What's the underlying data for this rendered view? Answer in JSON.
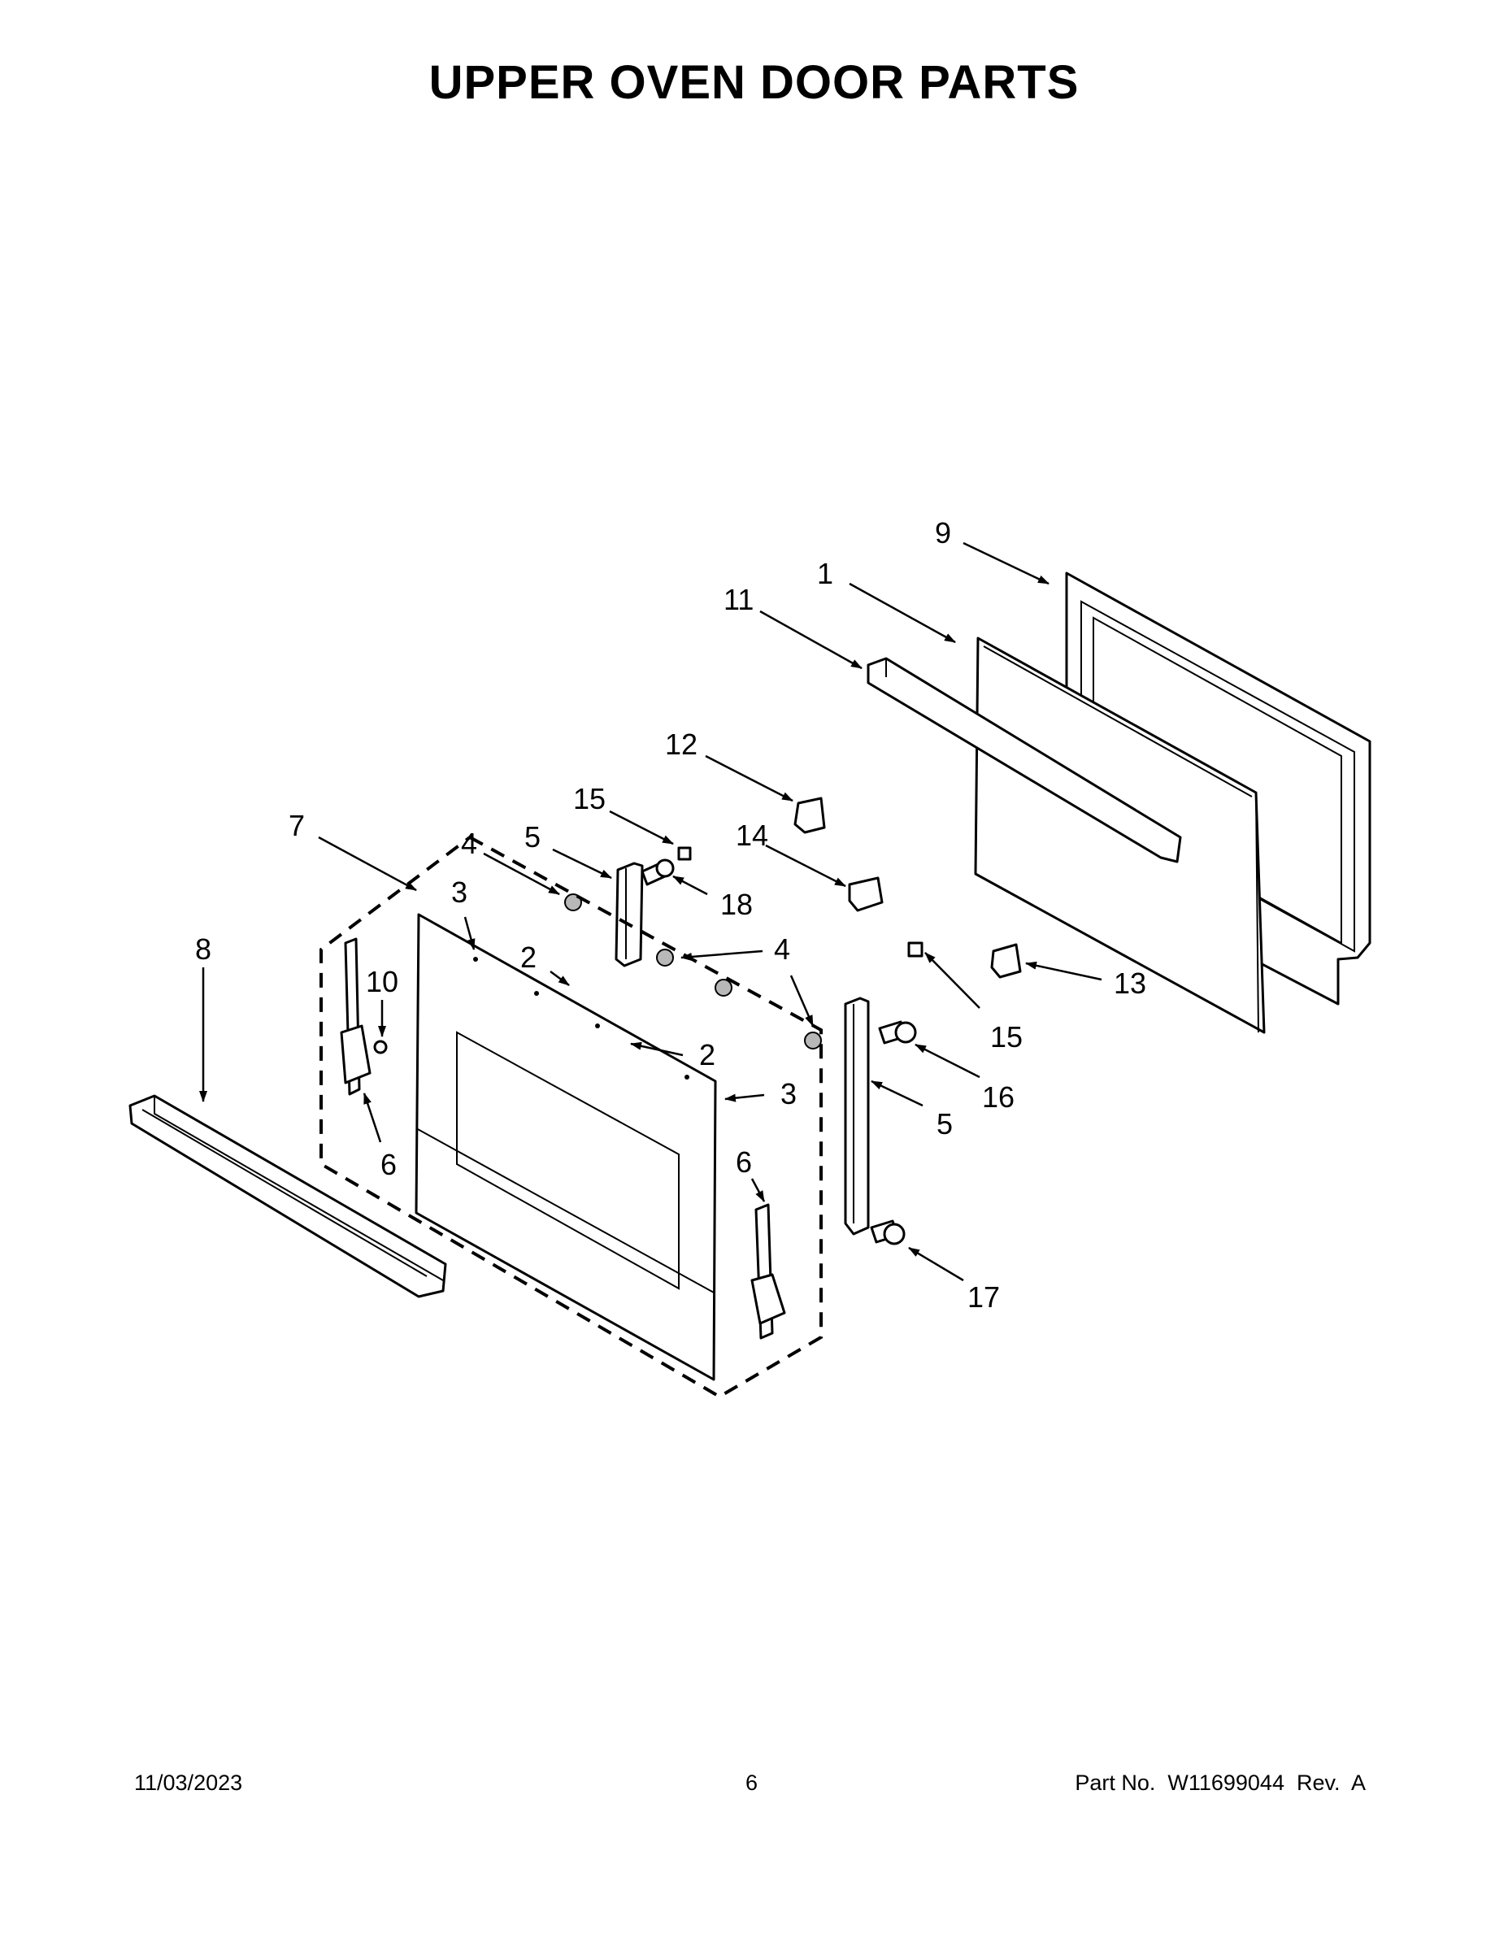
{
  "page": {
    "title": "UPPER OVEN DOOR PARTS",
    "date": "11/03/2023",
    "page_number": "6",
    "part_number": "Part No.  W11699044  Rev.  A"
  },
  "callouts": [
    "9",
    "1",
    "11",
    "12",
    "15",
    "5",
    "4",
    "14",
    "18",
    "7",
    "3",
    "2",
    "10",
    "8",
    "6",
    "2",
    "3",
    "4",
    "13",
    "15",
    "16",
    "5",
    "6",
    "17"
  ]
}
